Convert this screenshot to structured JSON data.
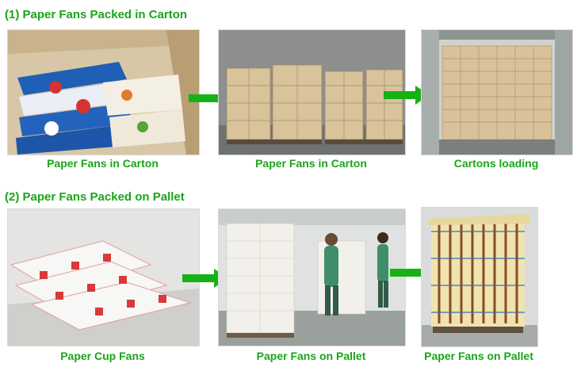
{
  "sections": [
    {
      "title": "(1) Paper Fans Packed in Carton",
      "captions": [
        "Paper Fans in Carton",
        "Paper Fans in Carton",
        "Cartons loading"
      ]
    },
    {
      "title": "(2) Paper Fans Packed on Pallet",
      "captions": [
        "Paper Cup Fans",
        "Paper Fans on Pallet",
        "Paper Fans on Pallet"
      ]
    }
  ],
  "colors": {
    "accent_green": "#1aa51a",
    "arrow_green": "#17b117"
  },
  "icons": [
    "right-arrow-icon"
  ]
}
